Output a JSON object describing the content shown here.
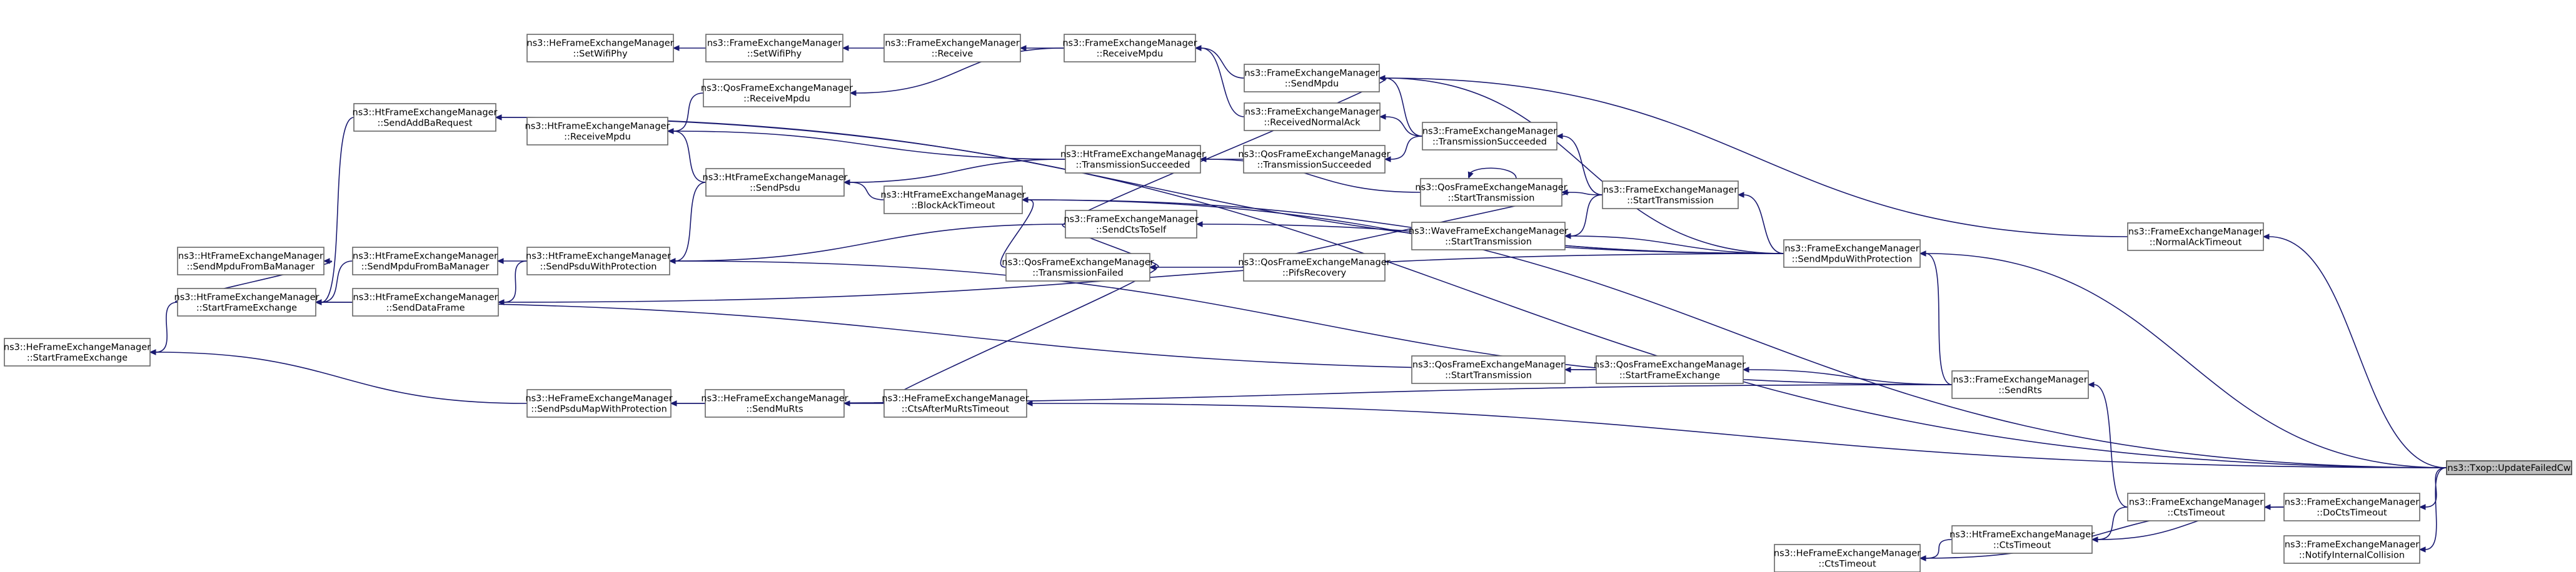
{
  "graph": {
    "root": "txop_update",
    "colors": {
      "edge": "#191970",
      "node_border": "#666666",
      "root_fill": "#bfbfbf"
    },
    "nodes": [
      {
        "id": "he_setwifiphy",
        "lines": [
          "ns3::HeFrameExchangeManager",
          "::SetWifiPhy"
        ]
      },
      {
        "id": "fem_setwifiphy",
        "lines": [
          "ns3::FrameExchangeManager",
          "::SetWifiPhy"
        ]
      },
      {
        "id": "fem_receive",
        "lines": [
          "ns3::FrameExchangeManager",
          "::Receive"
        ]
      },
      {
        "id": "fem_receivempdu",
        "lines": [
          "ns3::FrameExchangeManager",
          "::ReceiveMpdu"
        ]
      },
      {
        "id": "qos_receivempdu",
        "lines": [
          "ns3::QosFrameExchangeManager",
          "::ReceiveMpdu"
        ]
      },
      {
        "id": "ht_sendaddba",
        "lines": [
          "ns3::HtFrameExchangeManager",
          "::SendAddBaRequest"
        ]
      },
      {
        "id": "ht_receivempdu",
        "lines": [
          "ns3::HtFrameExchangeManager",
          "::ReceiveMpdu"
        ]
      },
      {
        "id": "fem_sendmpdu",
        "lines": [
          "ns3::FrameExchangeManager",
          "::SendMpdu"
        ]
      },
      {
        "id": "fem_receivednormalack",
        "lines": [
          "ns3::FrameExchangeManager",
          "::ReceivedNormalAck"
        ]
      },
      {
        "id": "fem_txsucceeded",
        "lines": [
          "ns3::FrameExchangeManager",
          "::TransmissionSucceeded"
        ]
      },
      {
        "id": "ht_txsucceeded",
        "lines": [
          "ns3::HtFrameExchangeManager",
          "::TransmissionSucceeded"
        ]
      },
      {
        "id": "qos_txsucceeded",
        "lines": [
          "ns3::QosFrameExchangeManager",
          "::TransmissionSucceeded"
        ]
      },
      {
        "id": "ht_sendpsdu",
        "lines": [
          "ns3::HtFrameExchangeManager",
          "::SendPsdu"
        ]
      },
      {
        "id": "ht_blockacktimeout",
        "lines": [
          "ns3::HtFrameExchangeManager",
          "::BlockAckTimeout"
        ]
      },
      {
        "id": "qos_starttx",
        "lines": [
          "ns3::QosFrameExchangeManager",
          "::StartTransmission"
        ]
      },
      {
        "id": "fem_starttx",
        "lines": [
          "ns3::FrameExchangeManager",
          "::StartTransmission"
        ]
      },
      {
        "id": "fem_sendctstoself",
        "lines": [
          "ns3::FrameExchangeManager",
          "::SendCtsToSelf"
        ]
      },
      {
        "id": "wave_starttx",
        "lines": [
          "ns3::WaveFrameExchangeManager",
          "::StartTransmission"
        ]
      },
      {
        "id": "fem_normalacktimeout",
        "lines": [
          "ns3::FrameExchangeManager",
          "::NormalAckTimeout"
        ]
      },
      {
        "id": "ht_sendmpdufromba",
        "lines": [
          "ns3::HtFrameExchangeManager",
          "::SendMpduFromBaManager"
        ]
      },
      {
        "id": "ht_sendmpdufromba2",
        "lines": [
          "ns3::HtFrameExchangeManager",
          "::SendMpduFromBaManager"
        ]
      },
      {
        "id": "ht_sendpsduwp",
        "lines": [
          "ns3::HtFrameExchangeManager",
          "::SendPsduWithProtection"
        ]
      },
      {
        "id": "fem_sendmpduwp",
        "lines": [
          "ns3::FrameExchangeManager",
          "::SendMpduWithProtection"
        ]
      },
      {
        "id": "qos_txfailed",
        "lines": [
          "ns3::QosFrameExchangeManager",
          "::TransmissionFailed"
        ]
      },
      {
        "id": "qos_pifsrecovery",
        "lines": [
          "ns3::QosFrameExchangeManager",
          "::PifsRecovery"
        ]
      },
      {
        "id": "ht_startframeexchange",
        "lines": [
          "ns3::HtFrameExchangeManager",
          "::StartFrameExchange"
        ]
      },
      {
        "id": "ht_senddataframe",
        "lines": [
          "ns3::HtFrameExchangeManager",
          "::SendDataFrame"
        ]
      },
      {
        "id": "he_startframeexchange",
        "lines": [
          "ns3::HeFrameExchangeManager",
          "::StartFrameExchange"
        ]
      },
      {
        "id": "qos_starttx2",
        "lines": [
          "ns3::QosFrameExchangeManager",
          "::StartTransmission"
        ]
      },
      {
        "id": "qos_startframeexchange",
        "lines": [
          "ns3::QosFrameExchangeManager",
          "::StartFrameExchange"
        ]
      },
      {
        "id": "fem_sendrts",
        "lines": [
          "ns3::FrameExchangeManager",
          "::SendRts"
        ]
      },
      {
        "id": "he_sendpsdumapwp",
        "lines": [
          "ns3::HeFrameExchangeManager",
          "::SendPsduMapWithProtection"
        ]
      },
      {
        "id": "he_sendmurts",
        "lines": [
          "ns3::HeFrameExchangeManager",
          "::SendMuRts"
        ]
      },
      {
        "id": "he_ctsaftermurtstimeout",
        "lines": [
          "ns3::HeFrameExchangeManager",
          "::CtsAfterMuRtsTimeout"
        ]
      },
      {
        "id": "txop_update",
        "lines": [
          "ns3::Txop::UpdateFailedCw"
        ]
      },
      {
        "id": "fem_ctstimeout",
        "lines": [
          "ns3::FrameExchangeManager",
          "::CtsTimeout"
        ]
      },
      {
        "id": "fem_doctstimeout",
        "lines": [
          "ns3::FrameExchangeManager",
          "::DoCtsTimeout"
        ]
      },
      {
        "id": "ht_ctstimeout",
        "lines": [
          "ns3::HtFrameExchangeManager",
          "::CtsTimeout"
        ]
      },
      {
        "id": "he_ctstimeout",
        "lines": [
          "ns3::HeFrameExchangeManager",
          "::CtsTimeout"
        ]
      },
      {
        "id": "fem_notifyinternalcollision",
        "lines": [
          "ns3::FrameExchangeManager",
          "::NotifyInternalCollision"
        ]
      }
    ],
    "edges": [
      [
        "fem_setwifiphy",
        "he_setwifiphy"
      ],
      [
        "fem_receive",
        "fem_setwifiphy"
      ],
      [
        "fem_receivempdu",
        "fem_receive"
      ],
      [
        "fem_receivempdu",
        "qos_receivempdu"
      ],
      [
        "qos_receivempdu",
        "ht_receivempdu"
      ],
      [
        "fem_sendmpdu",
        "fem_receivempdu"
      ],
      [
        "fem_receivednormalack",
        "fem_receivempdu"
      ],
      [
        "fem_txsucceeded",
        "fem_sendmpdu"
      ],
      [
        "fem_txsucceeded",
        "fem_receivednormalack"
      ],
      [
        "fem_txsucceeded",
        "qos_txsucceeded"
      ],
      [
        "qos_txsucceeded",
        "ht_txsucceeded"
      ],
      [
        "ht_txsucceeded",
        "ht_receivempdu"
      ],
      [
        "ht_txsucceeded",
        "ht_sendpsdu"
      ],
      [
        "qos_starttx",
        "qos_starttx"
      ],
      [
        "qos_starttx",
        "ht_txsucceeded"
      ],
      [
        "fem_starttx",
        "fem_txsucceeded"
      ],
      [
        "fem_starttx",
        "qos_starttx"
      ],
      [
        "fem_starttx",
        "wave_starttx"
      ],
      [
        "fem_sendmpduwp",
        "fem_starttx"
      ],
      [
        "fem_sendmpduwp",
        "fem_sendmpdu"
      ],
      [
        "fem_sendmpduwp",
        "wave_starttx"
      ],
      [
        "fem_sendmpduwp",
        "ht_sendaddba"
      ],
      [
        "fem_sendmpduwp",
        "ht_blockacktimeout"
      ],
      [
        "fem_sendmpduwp",
        "fem_sendctstoself"
      ],
      [
        "fem_sendmpduwp",
        "ht_senddataframe"
      ],
      [
        "ht_sendaddba",
        "ht_startframeexchange"
      ],
      [
        "ht_sendpsdu",
        "ht_receivempdu"
      ],
      [
        "ht_sendpsdu",
        "ht_sendpsduwp"
      ],
      [
        "ht_blockacktimeout",
        "ht_sendpsdu"
      ],
      [
        "fem_sendctstoself",
        "fem_sendmpdu"
      ],
      [
        "fem_sendctstoself",
        "qos_txfailed"
      ],
      [
        "fem_sendctstoself",
        "ht_sendpsduwp"
      ],
      [
        "qos_pifsrecovery",
        "qos_txfailed"
      ],
      [
        "qos_pifsrecovery",
        "qos_starttx"
      ],
      [
        "qos_txfailed",
        "ht_blockacktimeout"
      ],
      [
        "ht_sendpsduwp",
        "ht_sendmpdufromba2"
      ],
      [
        "ht_sendpsduwp",
        "ht_senddataframe"
      ],
      [
        "ht_sendmpdufromba2",
        "ht_startframeexchange"
      ],
      [
        "ht_startframeexchange",
        "ht_sendmpdufromba"
      ],
      [
        "ht_startframeexchange",
        "he_startframeexchange"
      ],
      [
        "ht_senddataframe",
        "ht_startframeexchange"
      ],
      [
        "qos_startframeexchange",
        "qos_starttx2"
      ],
      [
        "qos_startframeexchange",
        "ht_startframeexchange"
      ],
      [
        "fem_sendrts",
        "fem_sendmpduwp"
      ],
      [
        "fem_sendrts",
        "qos_startframeexchange"
      ],
      [
        "fem_sendrts",
        "ht_sendpsduwp"
      ],
      [
        "fem_sendrts",
        "he_sendpsdumapwp"
      ],
      [
        "he_sendpsdumapwp",
        "he_startframeexchange"
      ],
      [
        "he_sendmurts",
        "he_sendpsdumapwp"
      ],
      [
        "he_ctsaftermurtstimeout",
        "he_sendmurts"
      ],
      [
        "he_ctsaftermurtstimeout",
        "qos_txfailed"
      ],
      [
        "fem_ctstimeout",
        "fem_sendrts"
      ],
      [
        "fem_ctstimeout",
        "ht_ctstimeout"
      ],
      [
        "ht_ctstimeout",
        "he_ctstimeout"
      ],
      [
        "fem_doctstimeout",
        "fem_ctstimeout"
      ],
      [
        "fem_doctstimeout",
        "ht_ctstimeout"
      ],
      [
        "fem_doctstimeout",
        "he_ctstimeout"
      ],
      [
        "fem_normalacktimeout",
        "fem_sendmpdu"
      ],
      [
        "txop_update",
        "fem_normalacktimeout"
      ],
      [
        "txop_update",
        "fem_sendmpduwp"
      ],
      [
        "txop_update",
        "fem_doctstimeout"
      ],
      [
        "txop_update",
        "fem_notifyinternalcollision"
      ],
      [
        "txop_update",
        "he_ctsaftermurtstimeout"
      ],
      [
        "txop_update",
        "ht_sendaddba"
      ],
      [
        "txop_update",
        "ht_blockacktimeout"
      ]
    ]
  }
}
